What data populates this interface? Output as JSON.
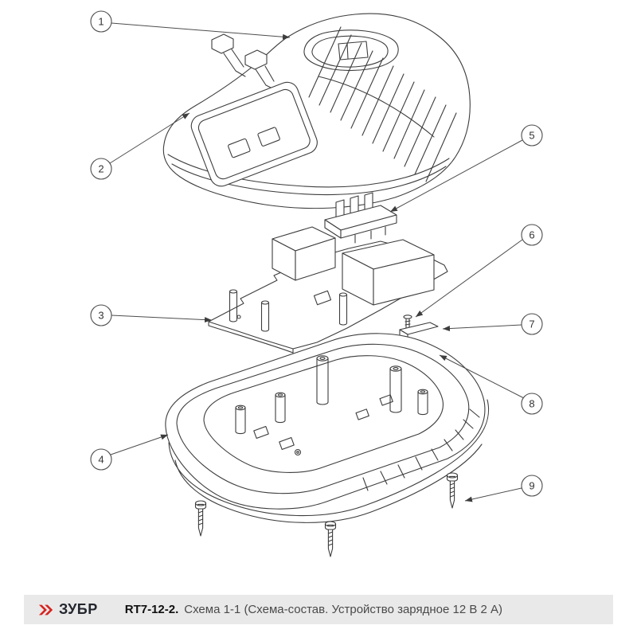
{
  "diagram": {
    "callouts": [
      {
        "label": "1"
      },
      {
        "label": "2"
      },
      {
        "label": "3"
      },
      {
        "label": "4"
      },
      {
        "label": "5"
      },
      {
        "label": "6"
      },
      {
        "label": "7"
      },
      {
        "label": "8"
      },
      {
        "label": "9"
      }
    ]
  },
  "footer": {
    "brand": "ЗУБР",
    "model": "RT7-12-2.",
    "description": "Схема 1-1 (Схема-состав. Устройство зарядное 12 В 2 А)"
  },
  "colors": {
    "accent_red": "#d6221f",
    "line": "#3d3d3d",
    "footer_bg": "#e9e9e9"
  }
}
